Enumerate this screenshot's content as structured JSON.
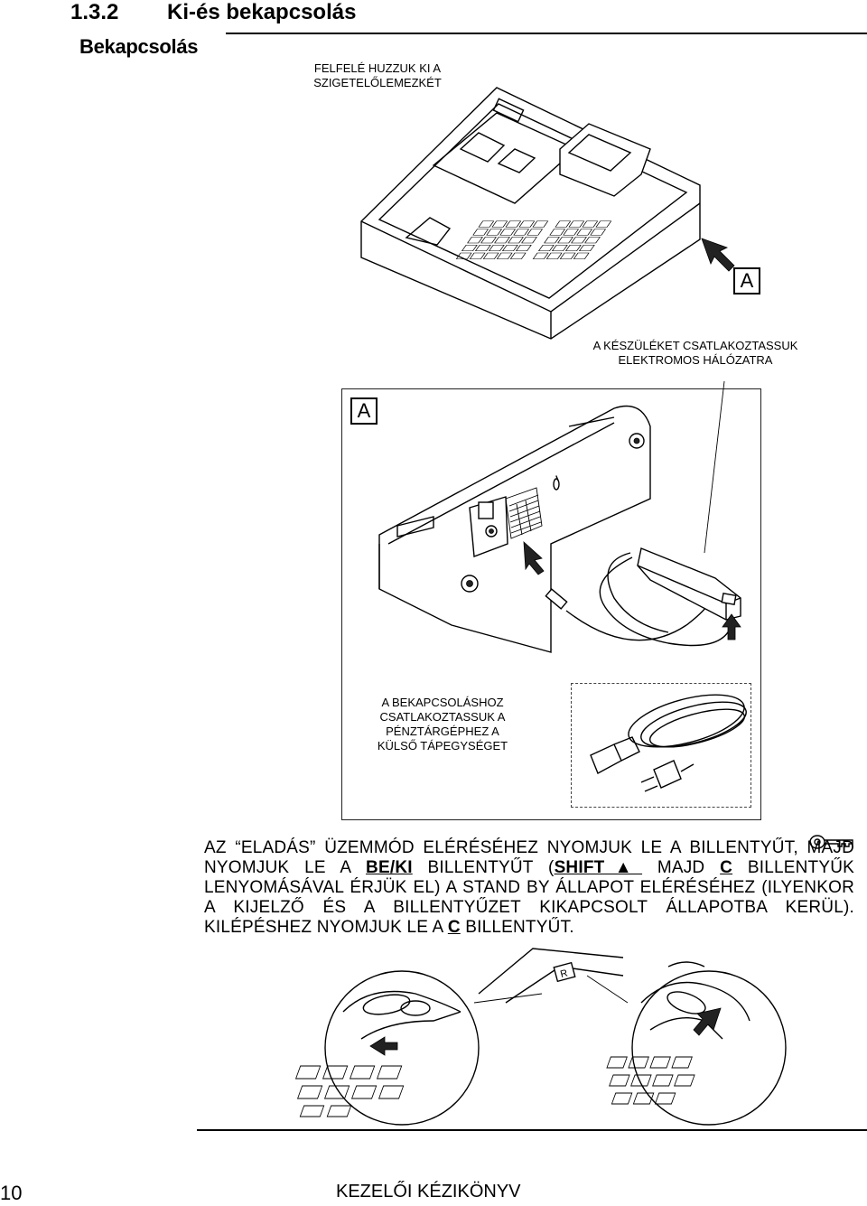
{
  "header": {
    "section_number": "1.3.2",
    "section_title": "Ki-és bekapcsolás",
    "subsection_title": "Bekapcsolás"
  },
  "captions": {
    "pull_strip_line1": "FELFELÉ HUZZUK KI A",
    "pull_strip_line2": "SZIGETELŐLEMEZKÉT",
    "connect_mains_line1": "A KÉSZÜLÉKET CSATLAKOZTASSUK",
    "connect_mains_line2": "ELEKTROMOS HÁLÓZATRA",
    "power_supply_line1": "A BEKAPCSOLÁSHOZ",
    "power_supply_line2": "CSATLAKOZTASSUK A",
    "power_supply_line3": "PÉNZTÁRGÉPHEZ A",
    "power_supply_line4": "KÜLSŐ TÁPEGYSÉGET"
  },
  "labels": {
    "detail_marker": "A",
    "key_mark": "R"
  },
  "instructions": {
    "p1": "AZ  “ELADÁS”  ÜZEMMÓD  ELÉRÉSÉHEZ  NYOMJUK  LE  A",
    "p2": "BILLENTYŰT, MAJD NYOMJUK LE A",
    "key_onoff": "BE/KI",
    "p3": "BILLENTYŰT (",
    "key_shift": "SHIFT▲",
    "p4": "MAJD",
    "key_c1": "C",
    "p5": "BILLENTYŰK LENYOMÁSÁVAL ÉRJÜK EL) A STAND BY ÁLLAPOT ELÉRÉSÉHEZ (ILYENKOR A KIJELZŐ ÉS A BILLENTYŰZET KIKAPCSOLT ÁLLAPOTBA KERÜL). KILÉPÉSHEZ NYOMJUK LE A",
    "key_c2": "C",
    "p6": "BILLENTYŰT."
  },
  "icons": {
    "key_icon": "key-icon",
    "arrow_icon": "arrow-icon"
  },
  "footer": {
    "page_number": "10",
    "manual_title": "KEZELŐI KÉZIKÖNYV"
  }
}
